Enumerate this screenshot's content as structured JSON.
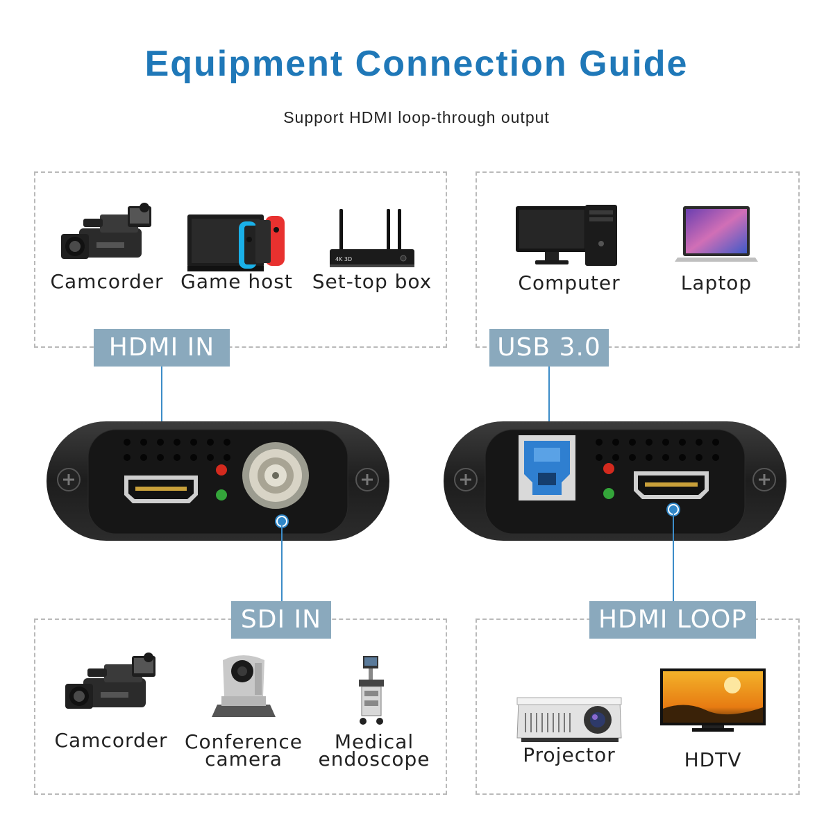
{
  "header": {
    "title": "Equipment Connection Guide",
    "subtitle": "Support HDMI loop-through output"
  },
  "hdmi_in": {
    "tag": "HDMI IN",
    "devices": [
      {
        "label": "Camcorder",
        "icon": "camcorder-icon"
      },
      {
        "label": "Game host",
        "icon": "game-console-icon"
      },
      {
        "label": "Set-top box",
        "icon": "router-box-icon"
      }
    ]
  },
  "usb": {
    "tag": "USB 3.0",
    "devices": [
      {
        "label": "Computer",
        "icon": "desktop-computer-icon"
      },
      {
        "label": "Laptop",
        "icon": "laptop-icon"
      }
    ]
  },
  "sdi_in": {
    "tag": "SDI IN",
    "devices": [
      {
        "label": "Camcorder",
        "icon": "camcorder-icon"
      },
      {
        "label_line1": "Conference",
        "label_line2": "camera",
        "icon": "ptz-camera-icon"
      },
      {
        "label_line1": "Medical",
        "label_line2": "endoscope",
        "icon": "medical-cart-icon"
      }
    ]
  },
  "hdmi_loop": {
    "tag": "HDMI LOOP",
    "devices": [
      {
        "label": "Projector",
        "icon": "projector-icon"
      },
      {
        "label": "HDTV",
        "icon": "tv-icon"
      }
    ]
  },
  "product": {
    "badge_text": "4K 3D",
    "colors": {
      "accent": "#1f78b8",
      "tag": "#8aa9bd",
      "line": "#3c8cc8",
      "usb_port": "#2f7fd0",
      "led_red": "#d42a1e",
      "led_green": "#34a53a"
    }
  }
}
